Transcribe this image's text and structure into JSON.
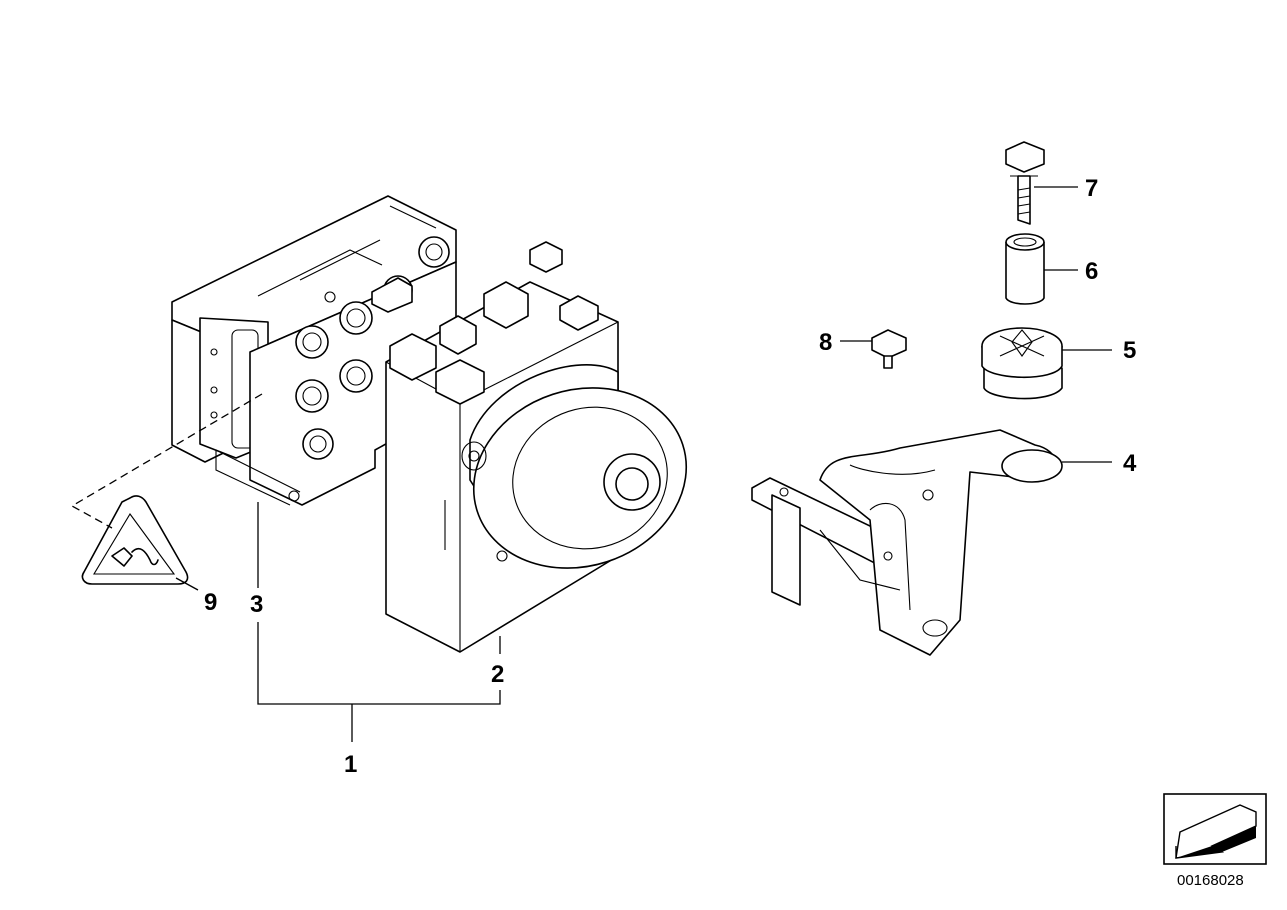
{
  "callouts": {
    "c1": "1",
    "c2": "2",
    "c3": "3",
    "c4": "4",
    "c5": "5",
    "c6": "6",
    "c7": "7",
    "c8": "8",
    "c9": "9"
  },
  "document_number": "00168028",
  "icons": {
    "warning": "warning-triangle-icon",
    "navigation": "navigation-arrow-icon"
  }
}
